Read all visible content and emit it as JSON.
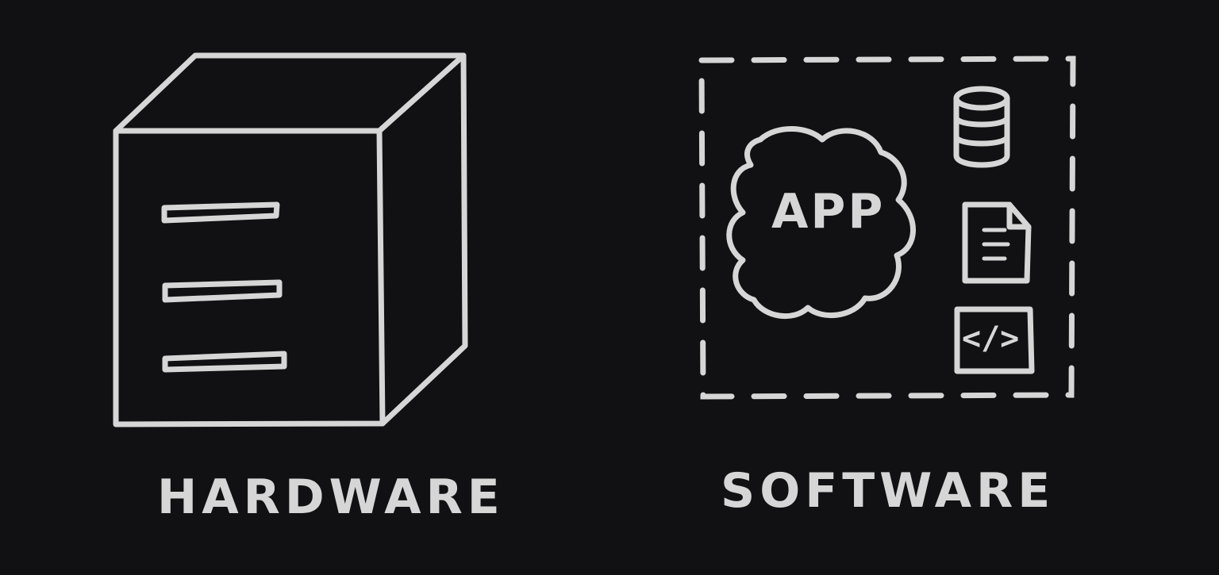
{
  "diagram": {
    "hardware": {
      "label": "HARDWARE",
      "icon": "filing-cabinet-icon"
    },
    "software": {
      "label": "SOFTWARE",
      "app_label": "APP",
      "icons": [
        "cloud-icon",
        "database-icon",
        "document-icon",
        "code-icon"
      ],
      "code_text": "</>"
    },
    "colors": {
      "background": "#111113",
      "stroke": "#d6d6d6"
    }
  }
}
